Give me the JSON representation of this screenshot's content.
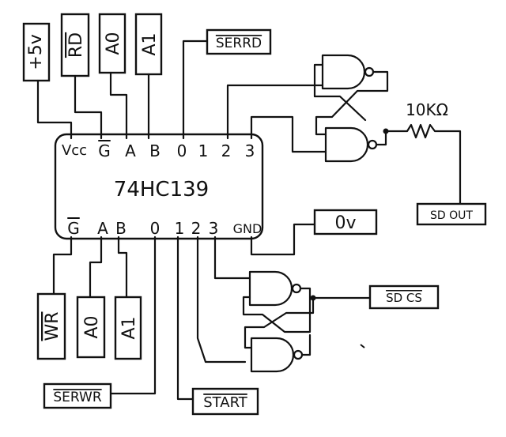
{
  "chip": {
    "part": "74HC139",
    "top_pins": [
      "Vcc",
      "G",
      "A",
      "B",
      "0",
      "1",
      "2",
      "3"
    ],
    "bottom_pins": [
      "G",
      "A",
      "B",
      "0",
      "1",
      "2",
      "3",
      "GND"
    ]
  },
  "labels": {
    "plus5v": "+5v",
    "rd": "RD",
    "a0_top": "A0",
    "a1_top": "A1",
    "serrd": "SERRD",
    "wr": "WR",
    "a0_bottom": "A0",
    "a1_bottom": "A1",
    "serwr": "SERWR",
    "start": "START",
    "zero_v": "0v",
    "sd_out": "SD OUT",
    "sd_cs": "SD CS",
    "resistor": "10KΩ"
  }
}
